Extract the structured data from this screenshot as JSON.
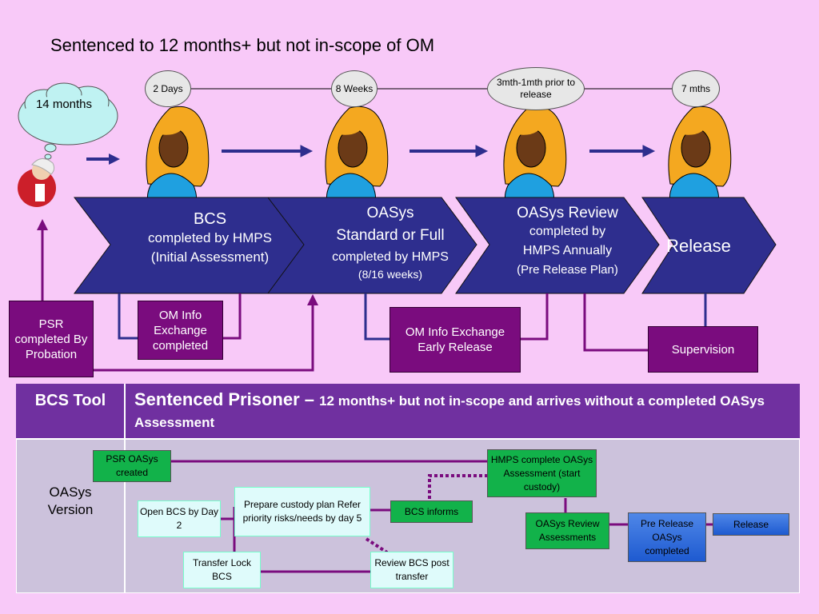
{
  "title": "Sentenced to 12 months+ but not in-scope of OM",
  "cloud_text": "14 months",
  "timeline": [
    "2 Days",
    "8 Weeks",
    "3mth-1mth prior to release",
    "7 mths"
  ],
  "chevrons": [
    {
      "line1": "BCS",
      "line2": "completed by HMPS",
      "line3": "(Initial Assessment)"
    },
    {
      "line1": "OASys",
      "line2": "Standard or Full",
      "line3": "completed by HMPS",
      "line4": "(8/16 weeks)"
    },
    {
      "line1": "OASys Review",
      "line2": "completed by",
      "line3": "HMPS Annually",
      "line4": "(Pre Release Plan)"
    },
    {
      "line1": "Release"
    }
  ],
  "purple_boxes": {
    "psr": "PSR completed By Probation",
    "om_info": "OM Info Exchange completed",
    "om_info_early": "OM Info Exchange Early Release",
    "supervision": "Supervision"
  },
  "table": {
    "col1_header": "BCS Tool",
    "col2_header_big": "Sentenced Prisoner – ",
    "col2_header_rest": "12 months+ but not in-scope and arrives without a completed OASys Assessment",
    "row_label": "OASys Version",
    "boxes": {
      "psr_oasys": "PSR OASys created",
      "hmps_complete": "HMPS complete OASys Assessment (start custody)",
      "open_bcs": "Open BCS by Day 2",
      "prepare_plan": "Prepare custody plan Refer priority risks/needs by day 5",
      "bcs_informs": "BCS informs",
      "oasys_review": "OASys Review Assessments",
      "pre_release": "Pre Release OASys completed",
      "release": "Release",
      "transfer_lock": "Transfer Lock BCS",
      "review_bcs": "Review BCS post transfer"
    }
  },
  "colors": {
    "background": "#f8c9f8",
    "chevron": "#2e2e8e",
    "purple_box": "#7a0c7e",
    "connector": "#7a0c7e",
    "table_header": "#7030a0",
    "table_body": "#ccc2dc",
    "green_box": "#12b24a",
    "cyan_box": "#dffbfb",
    "blue_box": "#2d6be0"
  }
}
